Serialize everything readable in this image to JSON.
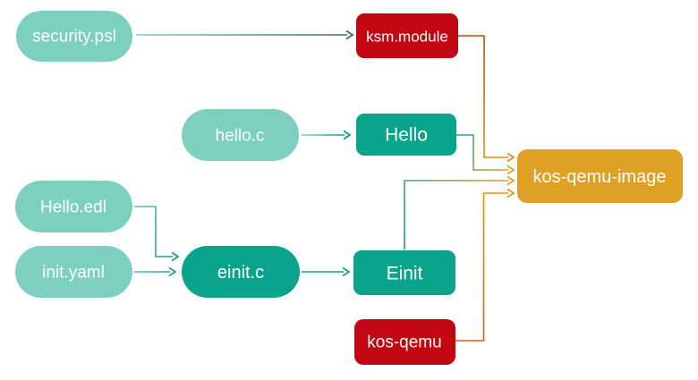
{
  "diagram": {
    "type": "build-flow-diagram",
    "background": "#ffffff"
  },
  "colors": {
    "light_teal": "#7dd0c0",
    "teal": "#0aa48c",
    "red": "#c10711",
    "orange": "#dfa026",
    "label_text": "#ffffff",
    "arrow_teal": "#1aa191",
    "arrow_dark_teal": "#2f6e6a",
    "arrow_orange": "#e6950f"
  },
  "nodes": {
    "security_psl": {
      "label": "security.psl"
    },
    "ksm_module": {
      "label": "ksm.module"
    },
    "hello_c": {
      "label": "hello.c"
    },
    "hello": {
      "label": "Hello"
    },
    "hello_edl": {
      "label": "Hello.edl"
    },
    "init_yaml": {
      "label": "init.yaml"
    },
    "einit_c": {
      "label": "einit.c"
    },
    "einit": {
      "label": "Einit"
    },
    "kos_qemu": {
      "label": "kos-qemu"
    },
    "kos_qemu_image": {
      "label": "kos-qemu-image"
    }
  },
  "edges": [
    {
      "from": "security.psl",
      "to": "ksm.module"
    },
    {
      "from": "hello.c",
      "to": "Hello"
    },
    {
      "from": "Hello.edl",
      "to": "einit.c"
    },
    {
      "from": "init.yaml",
      "to": "einit.c"
    },
    {
      "from": "einit.c",
      "to": "Einit"
    },
    {
      "from": "ksm.module",
      "to": "kos-qemu-image"
    },
    {
      "from": "Hello",
      "to": "kos-qemu-image"
    },
    {
      "from": "Einit",
      "to": "kos-qemu-image"
    },
    {
      "from": "kos-qemu",
      "to": "kos-qemu-image"
    }
  ]
}
